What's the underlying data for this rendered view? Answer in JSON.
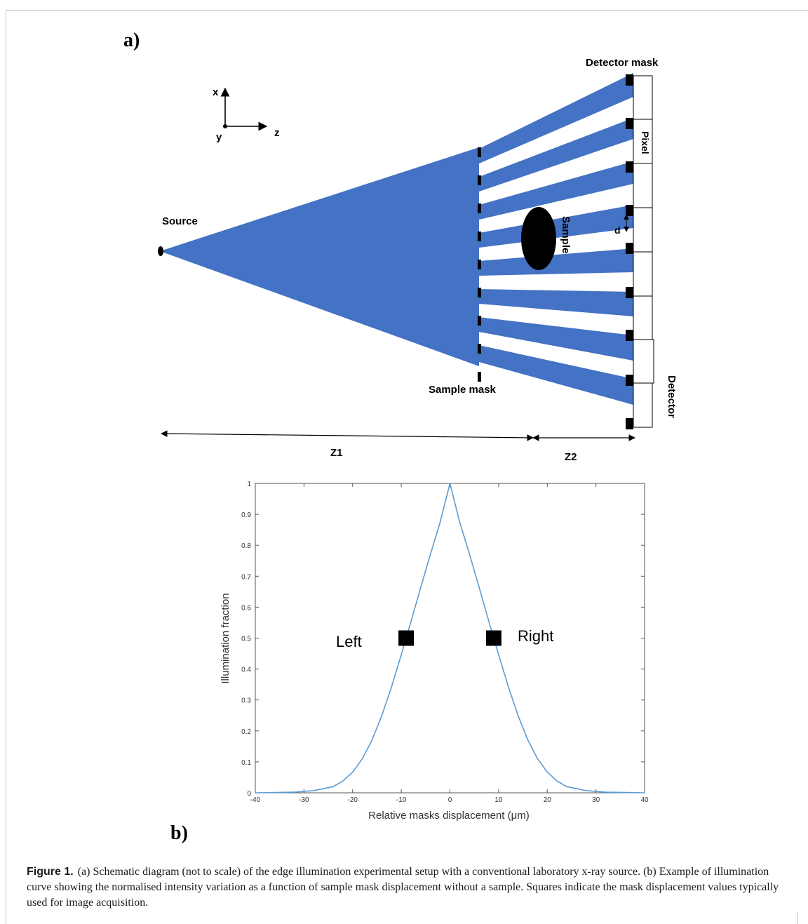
{
  "panel_a": {
    "label": "a)",
    "axes": {
      "x": "x",
      "y": "y",
      "z": "z"
    },
    "labels": {
      "source": "Source",
      "detector_mask": "Detector mask",
      "pixel": "Pixel",
      "sample": "Sample",
      "d": "d",
      "sample_mask": "Sample mask",
      "detector": "Detector",
      "z1": "Z1",
      "z2": "Z2"
    },
    "colors": {
      "beam": "#4472c4",
      "mask": "#000000"
    }
  },
  "panel_b": {
    "label": "b)",
    "markers": {
      "left": "Left",
      "right": "Right"
    }
  },
  "chart_data": {
    "type": "line",
    "xlabel": "Relative masks displacement (μm)",
    "ylabel": "Illumination fraction",
    "xlim": [
      -40,
      40
    ],
    "ylim": [
      0,
      1
    ],
    "xticks": [
      "-40",
      "-30",
      "-20",
      "-10",
      "0",
      "10",
      "20",
      "30",
      "40"
    ],
    "yticks": [
      "0",
      "0.1",
      "0.2",
      "0.3",
      "0.4",
      "0.5",
      "0.6",
      "0.7",
      "0.8",
      "0.9",
      "1"
    ],
    "series": [
      {
        "color": "#5b9bd5",
        "x": [
          -40,
          -36,
          -32,
          -28,
          -24,
          -22,
          -20,
          -18,
          -16,
          -14,
          -12,
          -10,
          -9,
          -8,
          -6,
          -4,
          -2,
          0,
          2,
          4,
          6,
          8,
          9,
          10,
          12,
          14,
          16,
          18,
          20,
          22,
          24,
          28,
          32,
          36,
          40
        ],
        "y": [
          0.0,
          0.001,
          0.002,
          0.007,
          0.02,
          0.038,
          0.067,
          0.11,
          0.171,
          0.25,
          0.343,
          0.446,
          0.5,
          0.554,
          0.664,
          0.772,
          0.875,
          1.0,
          0.875,
          0.772,
          0.664,
          0.554,
          0.5,
          0.446,
          0.343,
          0.25,
          0.171,
          0.11,
          0.067,
          0.038,
          0.02,
          0.007,
          0.002,
          0.001,
          0.0
        ]
      }
    ],
    "markers": [
      {
        "label": "Left",
        "x": -9,
        "y": 0.5
      },
      {
        "label": "Right",
        "x": 9,
        "y": 0.5
      }
    ]
  },
  "caption": {
    "label": "Figure 1.",
    "text": "(a) Schematic diagram (not to scale) of the edge illumination experimental setup with a conventional laboratory x-ray source. (b) Example of illumination curve showing the normalised intensity variation as a function of sample mask displacement without a sample. Squares indicate the mask displacement values typically used for image acquisition."
  }
}
